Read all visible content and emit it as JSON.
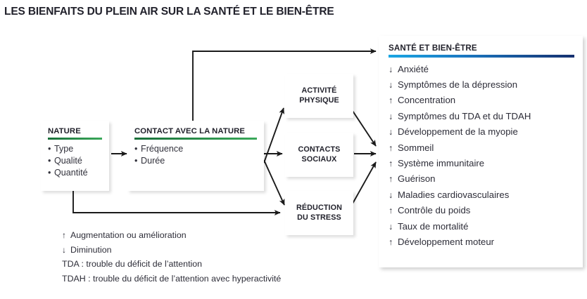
{
  "title": "LES BIENFAITS DU PLEIN AIR SUR LA SANTÉ ET LE BIEN-ÊTRE",
  "colors": {
    "green_dark": "#1f7a3d",
    "green_light": "#2faa50",
    "orange": "#f5901e",
    "red": "#e8402e",
    "blue_light": "#1ba5e2",
    "blue_dark": "#10266b",
    "text": "#2d2d38",
    "background": "#ffffff"
  },
  "nature_box": {
    "heading": "NATURE",
    "items": [
      "Type",
      "Qualité",
      "Quantité"
    ],
    "bullet": "•"
  },
  "contact_box": {
    "heading": "CONTACT AVEC LA NATURE",
    "items": [
      "Fréquence",
      "Durée"
    ],
    "bullet": "•"
  },
  "mediators": [
    {
      "label_line1": "ACTIVITÉ",
      "label_line2": "PHYSIQUE"
    },
    {
      "label_line1": "CONTACTS",
      "label_line2": "SOCIAUX"
    },
    {
      "label_line1": "RÉDUCTION",
      "label_line2": "DU STRESS"
    }
  ],
  "outcomes": {
    "heading": "SANTÉ ET BIEN-ÊTRE",
    "items": [
      {
        "direction": "↓",
        "label": "Anxiété"
      },
      {
        "direction": "↓",
        "label": "Symptômes de la dépression"
      },
      {
        "direction": "↑",
        "label": "Concentration"
      },
      {
        "direction": "↓",
        "label": "Symptômes du TDA et du TDAH"
      },
      {
        "direction": "↓",
        "label": "Développement de la myopie"
      },
      {
        "direction": "↑",
        "label": "Sommeil"
      },
      {
        "direction": "↑",
        "label": "Système immunitaire"
      },
      {
        "direction": "↑",
        "label": "Guérison"
      },
      {
        "direction": "↓",
        "label": "Maladies cardiovasculaires"
      },
      {
        "direction": "↑",
        "label": "Contrôle du poids"
      },
      {
        "direction": "↓",
        "label": "Taux de mortalité"
      },
      {
        "direction": "↑",
        "label": "Développement moteur"
      }
    ]
  },
  "legend": [
    {
      "direction": "↑",
      "text": "Augmentation ou amélioration"
    },
    {
      "direction": "↓",
      "text": "Diminution"
    },
    {
      "direction": "",
      "text": "TDA : trouble du déficit de l’attention"
    },
    {
      "direction": "",
      "text": "TDAH : trouble du déficit de l’attention avec hyperactivité"
    }
  ]
}
